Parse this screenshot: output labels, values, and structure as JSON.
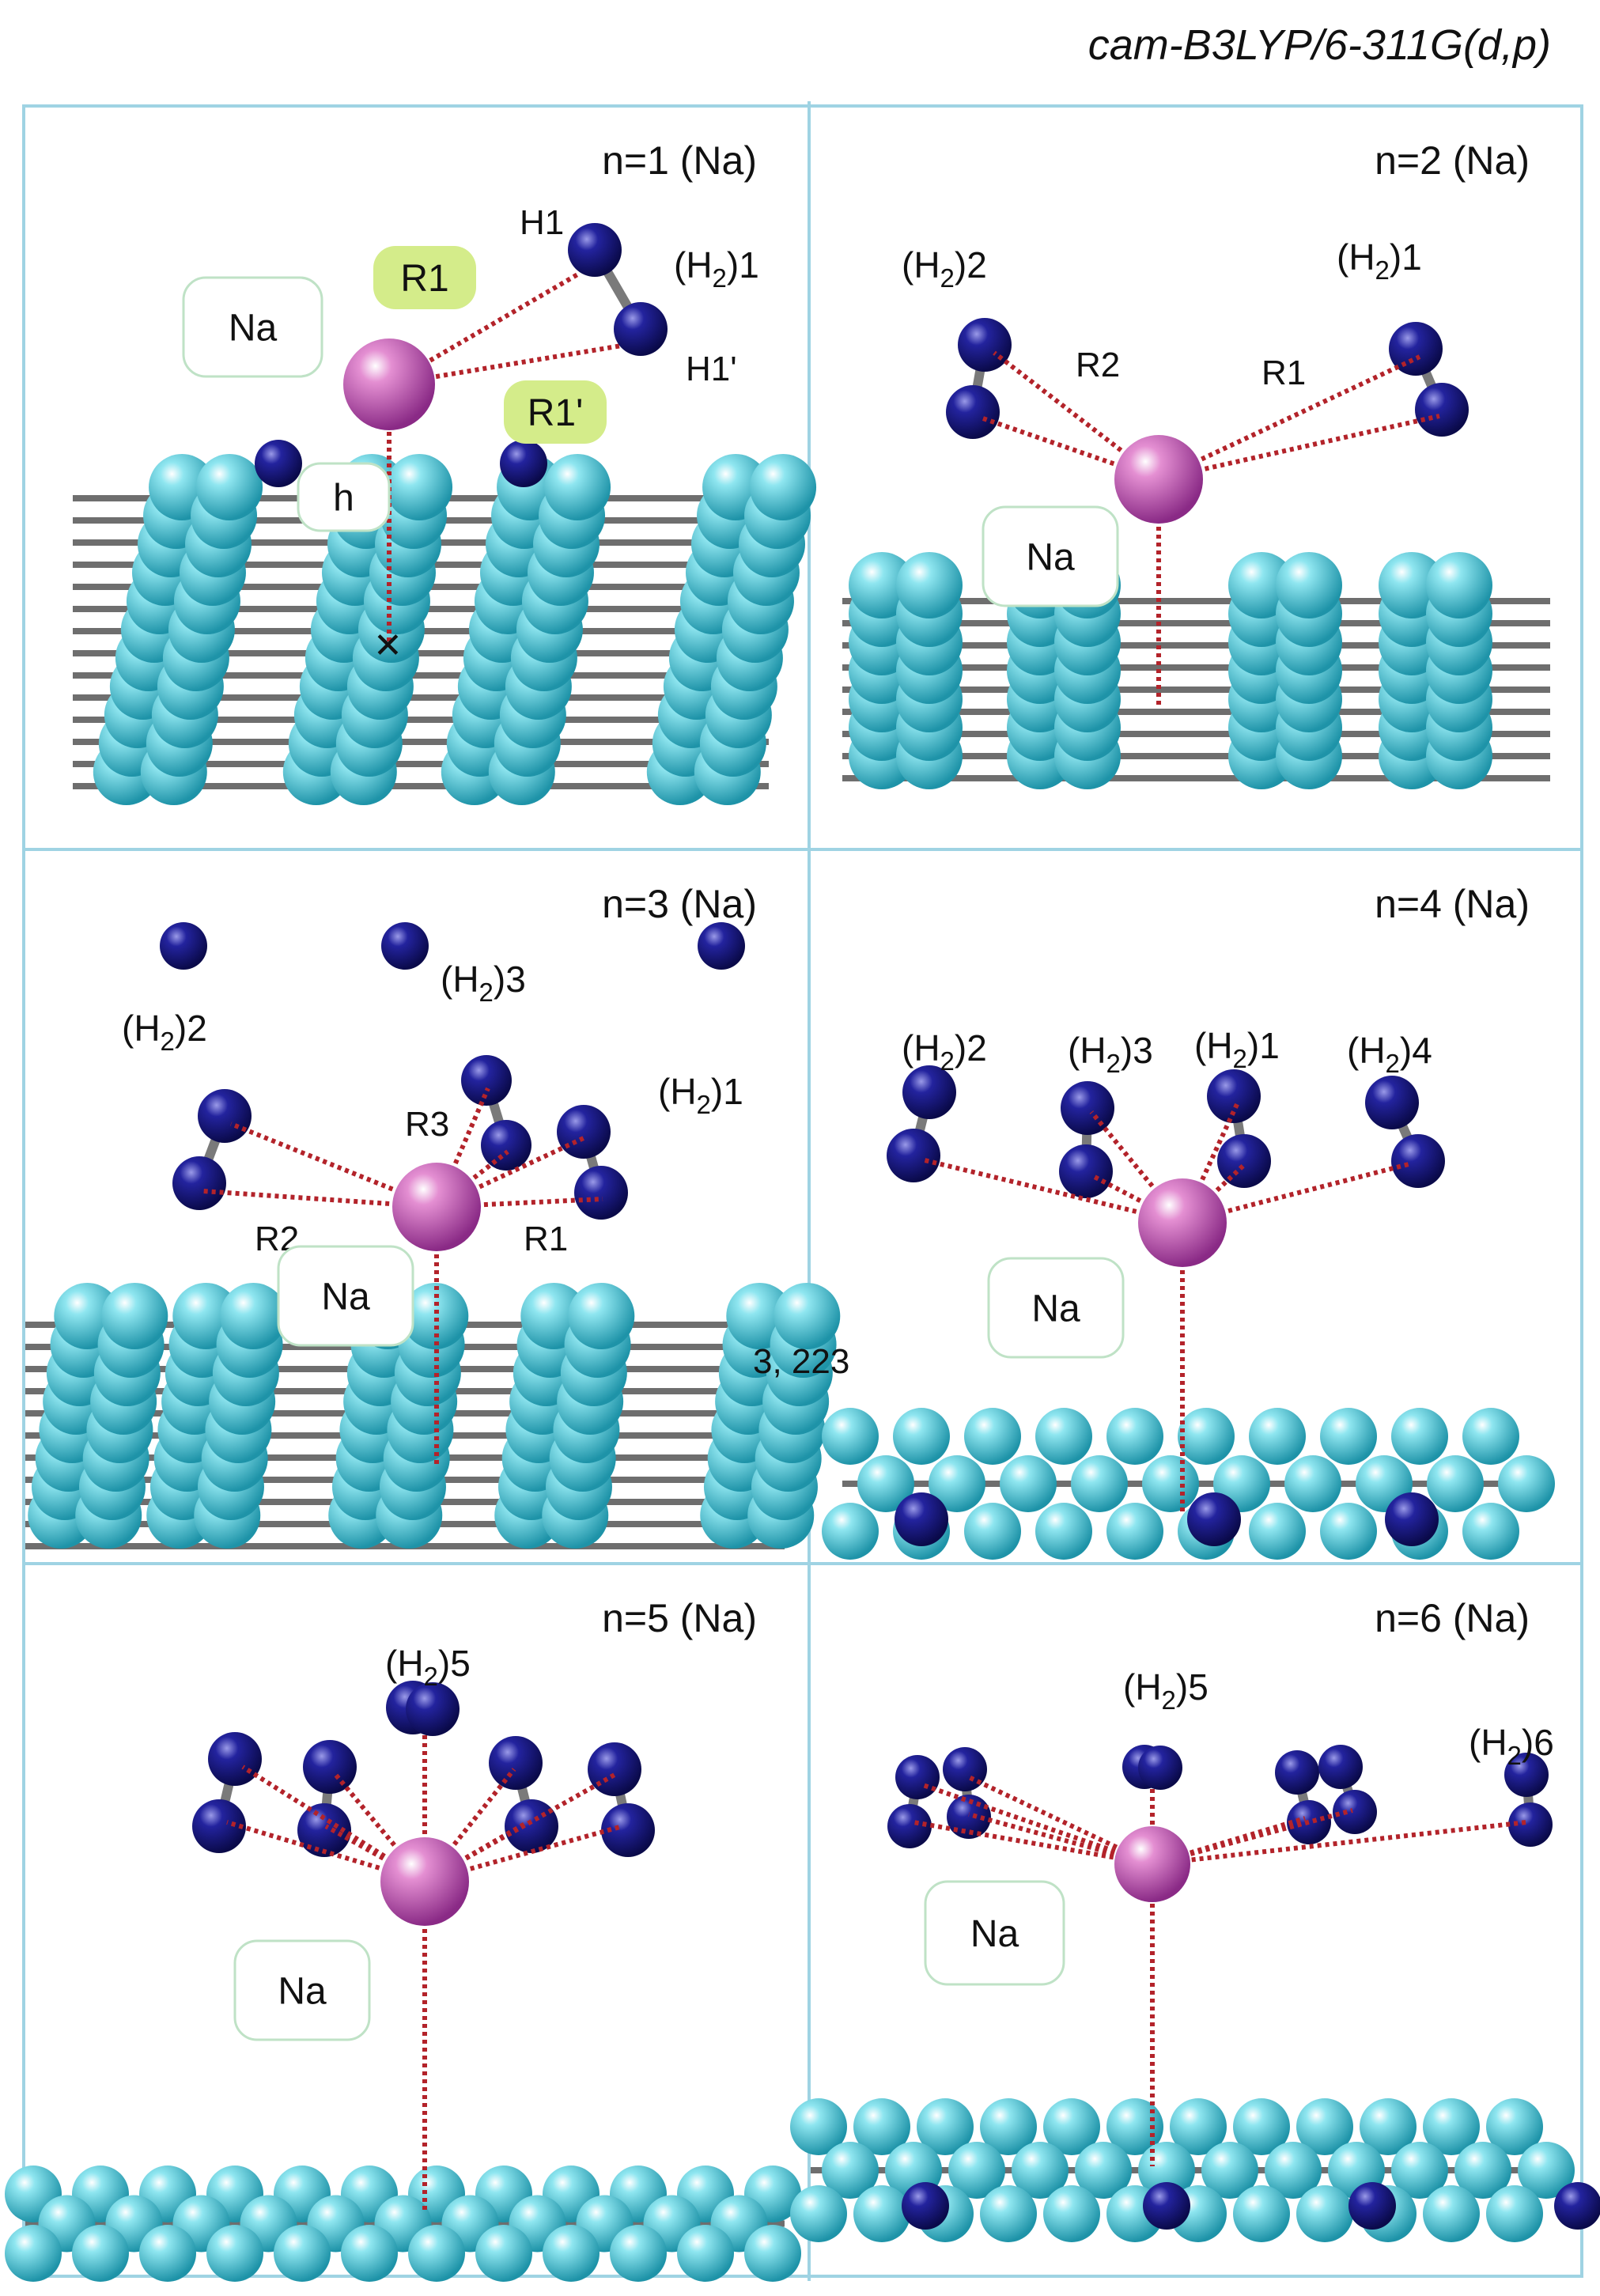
{
  "header": {
    "method": "cam-B3LYP/6-311G(d,p)"
  },
  "panels": [
    {
      "title": "n=1 (Na)",
      "metal": "Na",
      "h2_labels": [
        "1"
      ],
      "atom_labels": [
        "H1",
        "H1'"
      ],
      "bonds": [
        "R1",
        "R1'"
      ],
      "height_label": "h"
    },
    {
      "title": "n=2 (Na)",
      "metal": "Na",
      "h2_labels": [
        "2",
        "1"
      ],
      "bonds": [
        "R2",
        "R1"
      ]
    },
    {
      "title": "n=3 (Na)",
      "metal": "Na",
      "h2_labels": [
        "3",
        "2",
        "1"
      ],
      "bonds": [
        "R3",
        "R2",
        "R1"
      ],
      "stray_text": "3, 223"
    },
    {
      "title": "n=4 (Na)",
      "metal": "Na",
      "h2_labels": [
        "2",
        "3",
        "1",
        "4"
      ]
    },
    {
      "title": "n=5 (Na)",
      "metal": "Na",
      "h2_labels": [
        "5"
      ]
    },
    {
      "title": "n=6 (Na)",
      "metal": "Na",
      "h2_labels": [
        "5",
        "6"
      ]
    }
  ],
  "colors": {
    "border": "#9fd3e3",
    "carbon": "#4ec8d8",
    "nitrogen_hydrogen": "#1a1a8c",
    "sodium": "#c44aa8",
    "bond": "#b3232a",
    "callout_green": "#d4ec8a"
  }
}
